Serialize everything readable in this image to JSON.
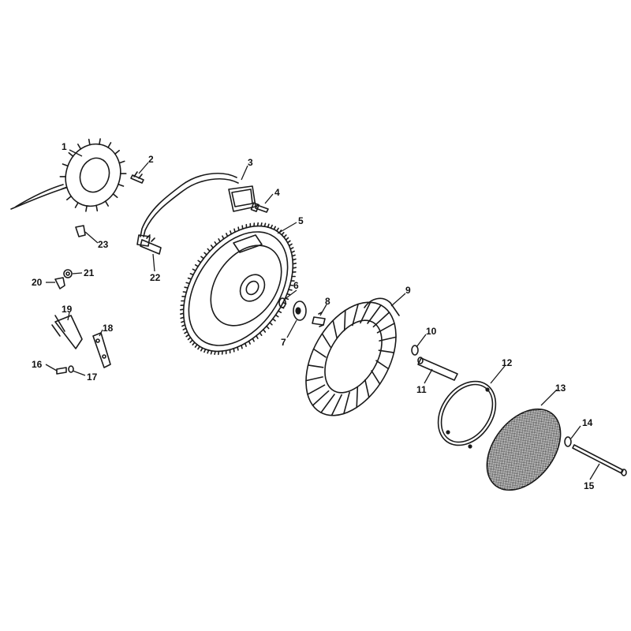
{
  "callouts": [
    {
      "id": "1",
      "label": "1"
    },
    {
      "id": "2",
      "label": "2"
    },
    {
      "id": "3",
      "label": "3"
    },
    {
      "id": "4",
      "label": "4"
    },
    {
      "id": "5",
      "label": "5"
    },
    {
      "id": "6",
      "label": "6"
    },
    {
      "id": "7",
      "label": "7"
    },
    {
      "id": "8",
      "label": "8"
    },
    {
      "id": "9",
      "label": "9"
    },
    {
      "id": "10",
      "label": "10"
    },
    {
      "id": "11",
      "label": "11"
    },
    {
      "id": "12",
      "label": "12"
    },
    {
      "id": "13",
      "label": "13"
    },
    {
      "id": "14",
      "label": "14"
    },
    {
      "id": "15",
      "label": "15"
    },
    {
      "id": "16",
      "label": "16"
    },
    {
      "id": "17",
      "label": "17"
    },
    {
      "id": "18",
      "label": "18"
    },
    {
      "id": "19",
      "label": "19"
    },
    {
      "id": "20",
      "label": "20"
    },
    {
      "id": "21",
      "label": "21"
    },
    {
      "id": "22",
      "label": "22"
    },
    {
      "id": "23",
      "label": "23"
    }
  ],
  "colors": {
    "ink": "#1a1a1a",
    "background": "#ffffff"
  }
}
